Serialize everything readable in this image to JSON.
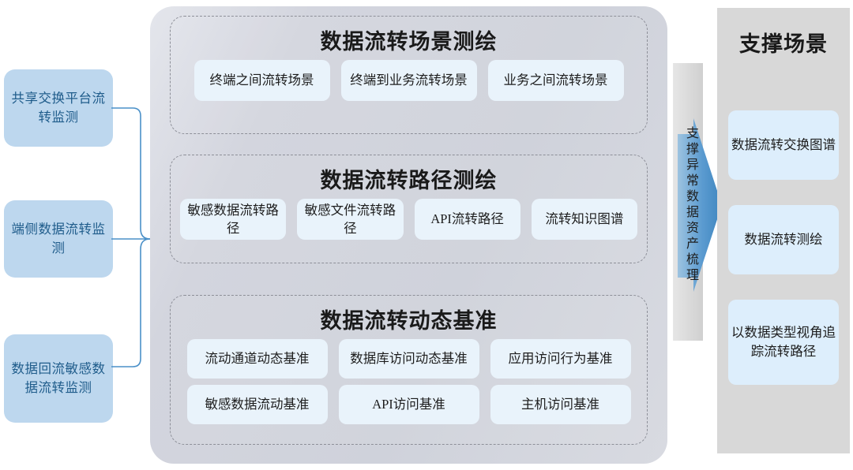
{
  "left_column": {
    "items": [
      {
        "label": "共享交换平台流转监测"
      },
      {
        "label": "端侧数据流转监测"
      },
      {
        "label": "数据回流敏感数据流转监测"
      }
    ]
  },
  "main_panel": {
    "sections": [
      {
        "title": "数据流转场景测绘",
        "rows": [
          [
            "终端之间流转场景",
            "终端到业务流转场景",
            "业务之间流转场景"
          ]
        ]
      },
      {
        "title": "数据流转路径测绘",
        "rows": [
          [
            "敏感数据流转路径",
            "敏感文件流转路径",
            "API流转路径",
            "流转知识图谱"
          ]
        ]
      },
      {
        "title": "数据流转动态基准",
        "rows": [
          [
            "流动通道动态基准",
            "数据库访问动态基准",
            "应用访问行为基准"
          ],
          [
            "敏感数据流动基准",
            "API访问基准",
            "主机访问基准"
          ]
        ]
      }
    ]
  },
  "connector_band": {
    "label": "支撑异常数据资产梳理"
  },
  "right_panel": {
    "title": "支撑场景",
    "items": [
      {
        "label": "数据流转交换图谱"
      },
      {
        "label": "数据流转测绘"
      },
      {
        "label": "以数据类型视角追踪流转路径"
      }
    ]
  },
  "colors": {
    "left_box_fill": "#bdd7ee",
    "left_box_text": "#1f5c8b",
    "main_panel_fill": "#d3d5de",
    "card_fill": "#e9f3fb",
    "right_panel_fill": "#d8d8d8",
    "right_card_fill": "#ddeefc",
    "arrow_blue": "#4a90c8",
    "connector_line": "#4a90c8",
    "dashed_border": "#8d8f98"
  }
}
